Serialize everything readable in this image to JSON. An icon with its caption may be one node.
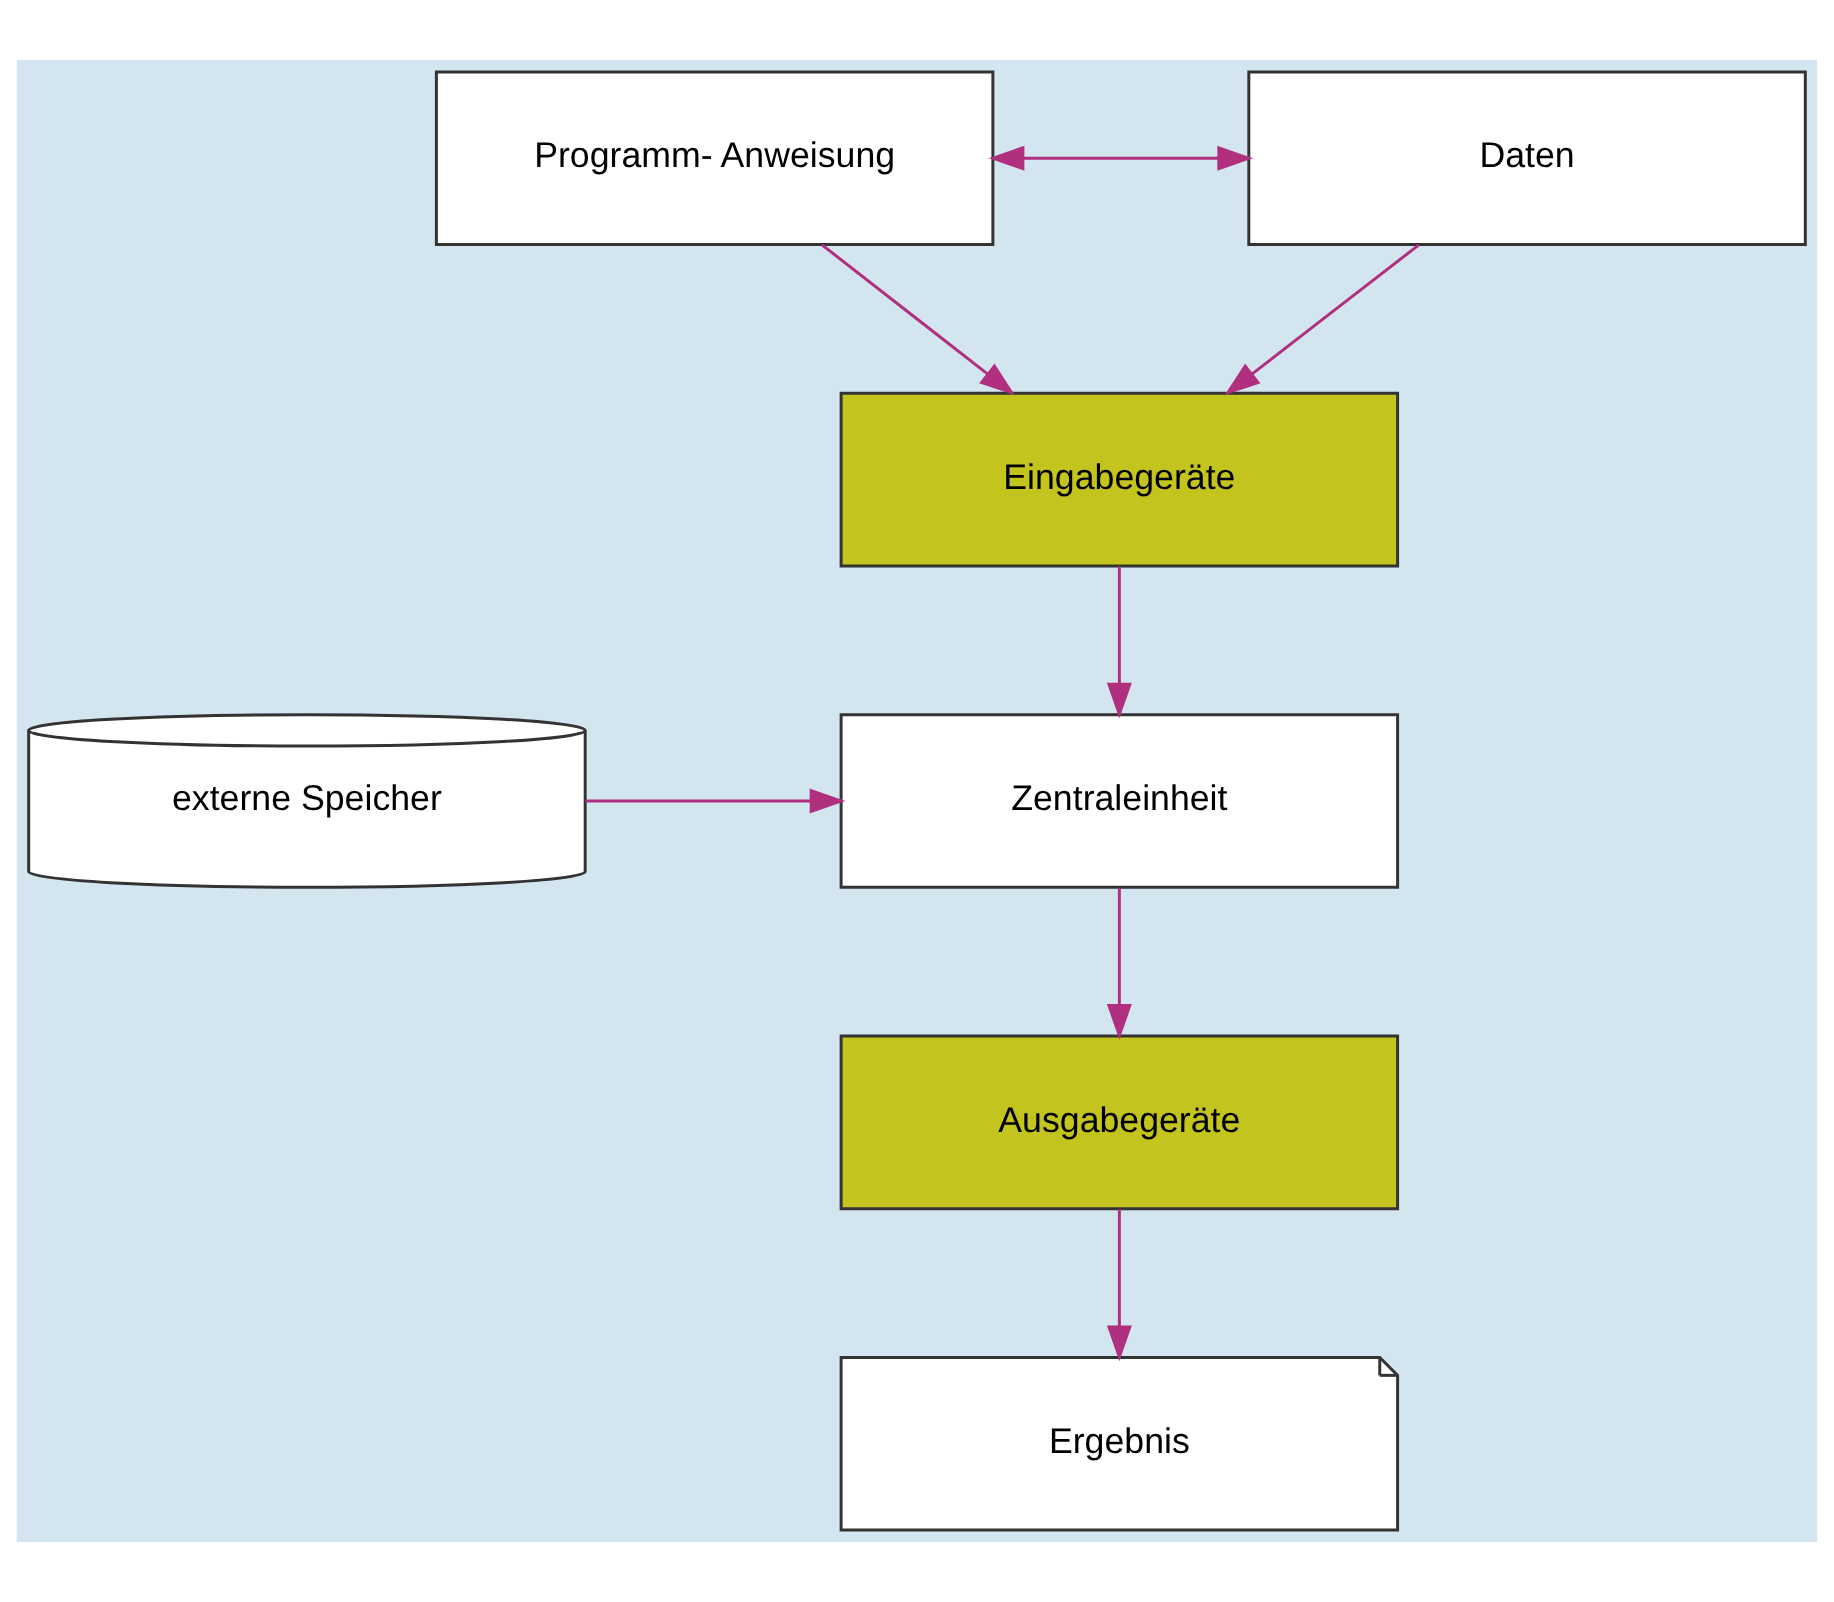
{
  "diagram": {
    "nodes": [
      {
        "text": [
          "Programm- Anweisung"
        ]
      },
      {
        "text": [
          "Daten"
        ]
      },
      {
        "text": [
          "Eingabegeräte"
        ]
      },
      {
        "text": [
          "Zentraleinheit"
        ]
      },
      {
        "text": [
          "externe Speicher"
        ]
      },
      {
        "text": [
          "Ausgabegeräte"
        ]
      },
      {
        "text": [
          "Ergebnis"
        ]
      }
    ],
    "edges": [
      {
        "from": 0,
        "to": 1,
        "arrow": "both"
      },
      {
        "from": 0,
        "to": 2,
        "arrow": "to"
      },
      {
        "from": 1,
        "to": 2,
        "arrow": "to"
      },
      {
        "from": 2,
        "to": 3,
        "arrow": "to"
      },
      {
        "from": 4,
        "to": 3,
        "arrow": "to"
      },
      {
        "from": 3,
        "to": 5,
        "arrow": "to"
      },
      {
        "from": 5,
        "to": 6,
        "arrow": "to"
      }
    ]
  }
}
